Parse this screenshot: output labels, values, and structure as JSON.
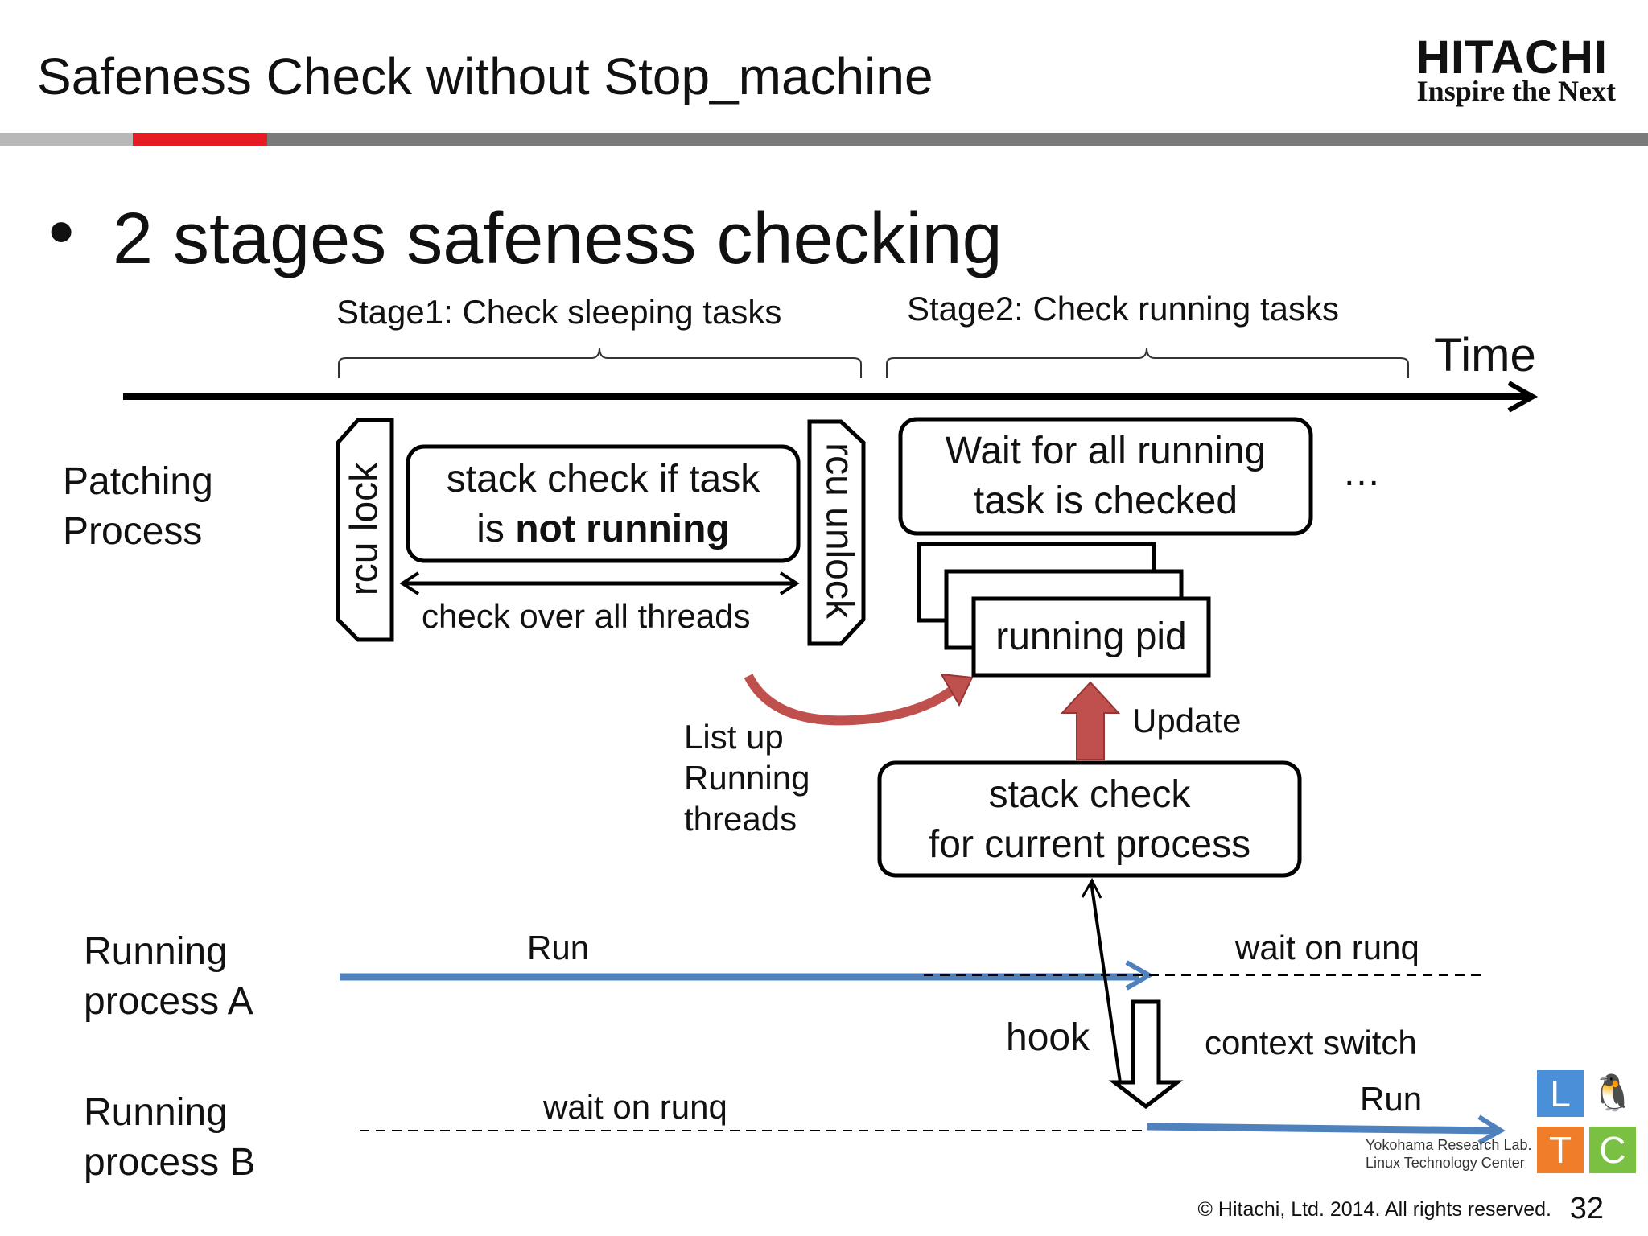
{
  "header": {
    "title": "Safeness Check without Stop_machine",
    "logo_name": "HITACHI",
    "logo_tagline": "Inspire the Next"
  },
  "bullet": "2 stages safeness checking",
  "stages": {
    "stage1": "Stage1: Check sleeping tasks",
    "stage2": "Stage2: Check running tasks",
    "time": "Time"
  },
  "rows": {
    "patching": "Patching Process",
    "process_a": "Running process A",
    "process_b": "Running process B"
  },
  "stage1_boxes": {
    "rcu_lock": "rcu lock",
    "rcu_unlock": "rcu unlock",
    "stack_check_line1": "stack check if task",
    "stack_check_line2_prefix": "is ",
    "stack_check_line2_bold": "not running",
    "check_over": "check over all threads"
  },
  "stage2_boxes": {
    "wait_line1": "Wait for all running",
    "wait_line2": "task is checked",
    "ellipsis": "…",
    "running_pid": "running pid",
    "update": "Update",
    "stack_check_cur_line1": "stack check",
    "stack_check_cur_line2": "for current process"
  },
  "list_up": [
    "List up",
    "Running",
    "threads"
  ],
  "timeline": {
    "run_a": "Run",
    "wait_a": "wait on runq",
    "hook": "hook",
    "context_switch": "context switch",
    "wait_b": "wait on runq",
    "run_b": "Run"
  },
  "footer": {
    "ltc_line1": "Yokohama Research Lab.",
    "ltc_line2": "Linux Technology Center",
    "ltc_tiles": [
      "L",
      "T",
      "C"
    ],
    "copyright": "© Hitachi, Ltd. 2014. All rights reserved.",
    "page": "32"
  },
  "colors": {
    "accent_red": "#e51c23",
    "bar_gray": "#7a7a7a",
    "run_blue": "#4f81bd",
    "update_red": "#c0504d",
    "tile_blue": "#4a90d9",
    "tile_orange": "#f07d2a",
    "tile_green": "#7ac143"
  }
}
